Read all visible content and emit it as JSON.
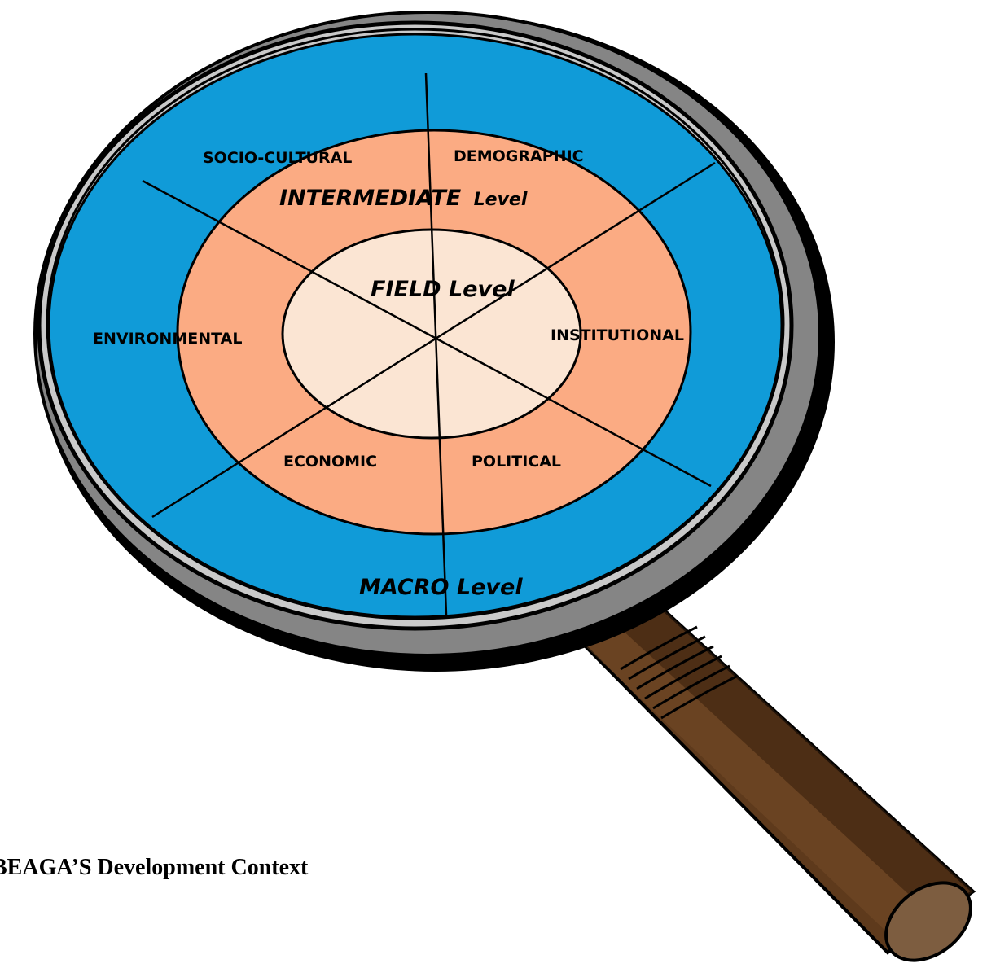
{
  "diagram": {
    "levels": {
      "macro": "MACRO Level",
      "intermediate_word": "INTERMEDIATE",
      "intermediate_suffix": "Level",
      "field": "FIELD Level"
    },
    "dimensions": {
      "socio_cultural": "SOCIO-CULTURAL",
      "demographic": "DEMOGRAPHIC",
      "environmental": "ENVIRONMENTAL",
      "institutional": "INSTITUTIONAL",
      "economic": "ECONOMIC",
      "political": "POLITICAL"
    },
    "colors": {
      "macro_ring": "#109bd8",
      "intermediate_ring": "#fbab83",
      "field_core": "#fbe5d3",
      "rim": "#c0c0c0",
      "handle": "#5e3a1c"
    }
  },
  "caption": "BEAGA’S Development Context"
}
